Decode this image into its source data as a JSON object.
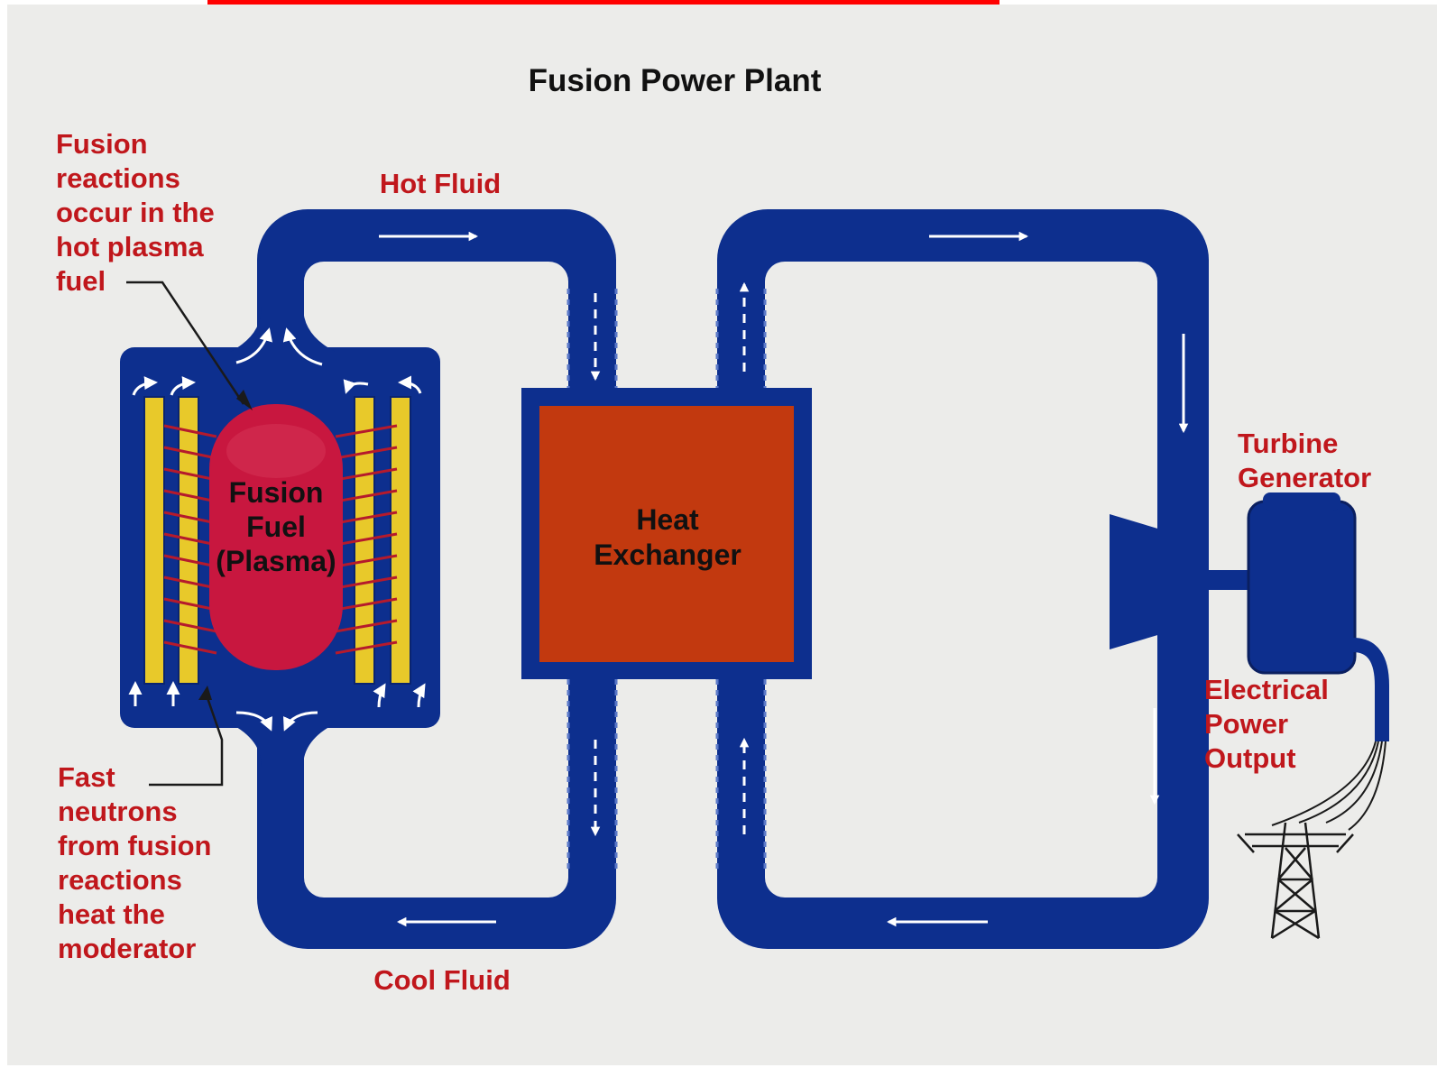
{
  "title": "Fusion Power Plant",
  "labels": {
    "hot_fluid": "Hot Fluid",
    "cool_fluid": "Cool Fluid",
    "fusion_reactions": [
      "Fusion",
      "reactions",
      "occur in the",
      "hot plasma",
      "fuel"
    ],
    "fast_neutrons": [
      "Fast",
      "neutrons",
      "from fusion",
      "reactions",
      "heat the",
      "moderator"
    ],
    "plasma": [
      "Fusion",
      "Fuel",
      "(Plasma)"
    ],
    "heat_exchanger": [
      "Heat",
      "Exchanger"
    ],
    "turbine_generator": [
      "Turbine",
      "Generator"
    ],
    "electrical_output": [
      "Electrical",
      "Power",
      "Output"
    ]
  },
  "colors": {
    "pipe": "#0d2f8e",
    "label_red": "#c0171c",
    "plasma": "#c8173f",
    "heat_exchanger": "#c2390f",
    "moderator_bars": "#e8c92a",
    "background": "#eeeeec",
    "top_banner": "#ff0000"
  }
}
